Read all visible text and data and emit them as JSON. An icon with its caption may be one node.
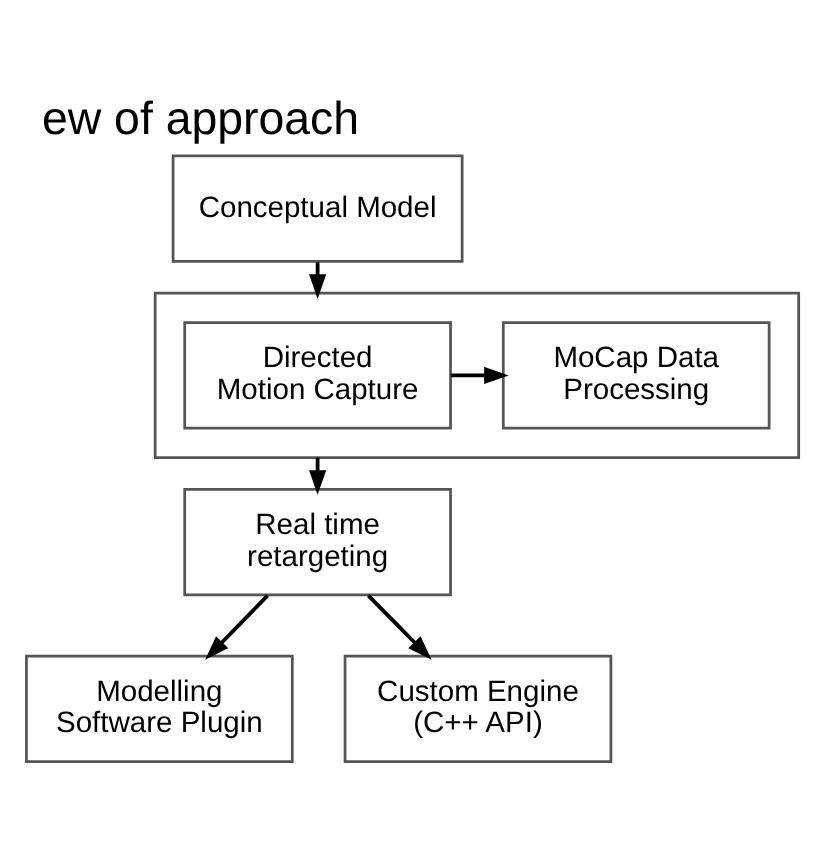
{
  "diagram": {
    "title": "ew of approach",
    "nodes": [
      {
        "text": [
          "Conceptual Model"
        ]
      },
      {
        "text": [],
        "shape": "box"
      },
      {
        "text": [
          "Directed Motion Capture"
        ],
        "in": 1
      },
      {
        "text": [
          "MoCap Data Processing"
        ],
        "in": 1
      },
      {
        "text": [
          "Real time retargeting"
        ]
      },
      {
        "text": [
          "Modelling Software Plugin"
        ]
      },
      {
        "text": [
          "Custom Engine (C++ API)"
        ]
      }
    ],
    "edges": [
      {
        "from": 0,
        "to": 1,
        "arrow": "to"
      },
      {
        "from": 2,
        "to": 3,
        "arrow": "to"
      },
      {
        "from": 1,
        "to": 4,
        "arrow": "to"
      },
      {
        "from": 4,
        "to": 5,
        "arrow": "to"
      },
      {
        "from": 4,
        "to": 6,
        "arrow": "to"
      }
    ]
  }
}
